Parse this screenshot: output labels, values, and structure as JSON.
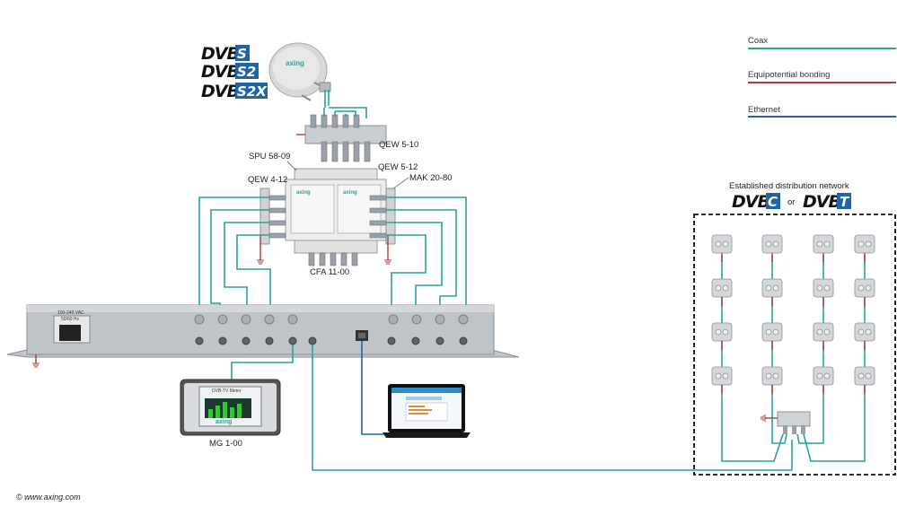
{
  "legend": {
    "items": [
      {
        "label": "Coax",
        "color": "#2aa199"
      },
      {
        "label": "Equipotential bonding",
        "color": "#b03a3a"
      },
      {
        "label": "Ethernet",
        "color": "#2563a8"
      }
    ]
  },
  "standards_top": {
    "brand": "DVB",
    "badges": [
      "S",
      "S2",
      "S2X"
    ]
  },
  "dish": {
    "brand": "axing"
  },
  "components": {
    "qew_top": "QEW 5-10",
    "spu": "SPU 58-09",
    "qew_right": "QEW 5-12",
    "qew_left": "QEW 4-12",
    "mak": "MAK 20-80",
    "cfa": "CFA 11-00",
    "mg": "MG 1-00"
  },
  "network": {
    "title": "Established distribution network",
    "brand": "DVB",
    "badge_left": "C",
    "or_text": "or",
    "badge_right": "T"
  },
  "meter": {
    "screen_title": "DVB-TV Meter",
    "brand": "axing"
  },
  "headend": {
    "power_label": "100-240 VAC",
    "power_sub": "50/60 Hz"
  },
  "colors": {
    "coax": "#2aa199",
    "ethernet": "#2563a8",
    "bonding": "#b03a3a",
    "dvb_blue": "#1f63a8"
  },
  "copyright": "© www.axing.com"
}
